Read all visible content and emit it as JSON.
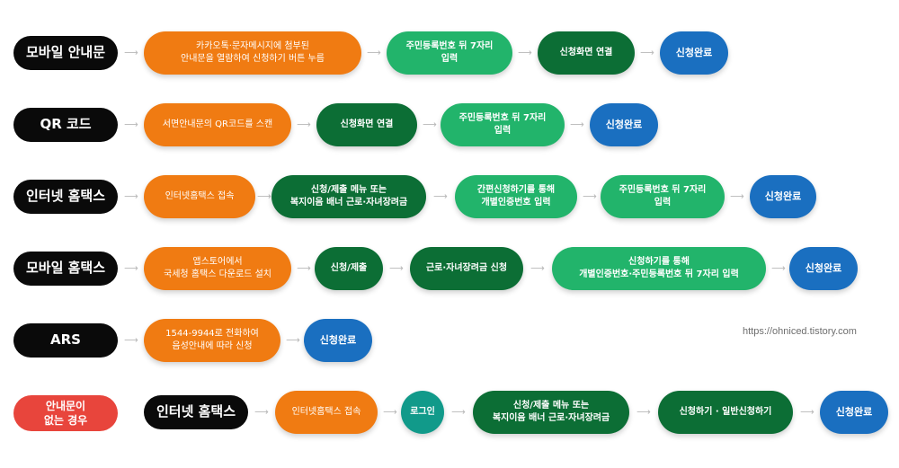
{
  "rows": [
    {
      "channel": "모바일 안내문",
      "steps": [
        "카카오톡·문자메시지에 첨부된\n안내문을 열람하여 신청하기 버튼 누름",
        "주민등록번호 뒤 7자리\n입력",
        "신청화면 연결",
        "신청완료"
      ]
    },
    {
      "channel": "QR 코드",
      "steps": [
        "서면안내문의 QR코드를 스캔",
        "신청화면 연결",
        "주민등록번호 뒤 7자리\n입력",
        "신청완료"
      ]
    },
    {
      "channel": "인터넷 홈택스",
      "steps": [
        "인터넷홈택스 접속",
        "신청/제출 메뉴 또는\n복지이음 배너 근로·자녀장려금",
        "간편신청하기를 통해\n개별인증번호 입력",
        "주민등록번호 뒤 7자리\n입력",
        "신청완료"
      ]
    },
    {
      "channel": "모바일 홈택스",
      "steps": [
        "앱스토어에서\n국세청 홈택스 다운로드 설치",
        "신청/제출",
        "근로·자녀장려금 신청",
        "신청하기를 통해\n개별인증번호·주민등록번호 뒤 7자리 입력",
        "신청완료"
      ]
    },
    {
      "channel": "ARS",
      "steps": [
        "1544-9944로 전화하여\n음성안내에 따라 신청",
        "신청완료"
      ]
    },
    {
      "channel": "인터넷 홈택스",
      "badge": "안내문이\n없는 경우",
      "steps": [
        "인터넷홈택스 접속",
        "로그인",
        "신청/제출 메뉴 또는\n복지이음 배너 근로·자녀장려금",
        "신청하기 · 일반신청하기",
        "신청완료"
      ]
    }
  ],
  "arrow_glyph": "⟶",
  "watermark": "https://ohniced.tistory.com",
  "colors": {
    "channel": "#0a0a0a",
    "badge": "#e8453c",
    "orange": "#f07b12",
    "light_green": "#22b46b",
    "dark_green": "#0c6e35",
    "blue": "#1a6fc0",
    "teal": "#119a8a"
  }
}
